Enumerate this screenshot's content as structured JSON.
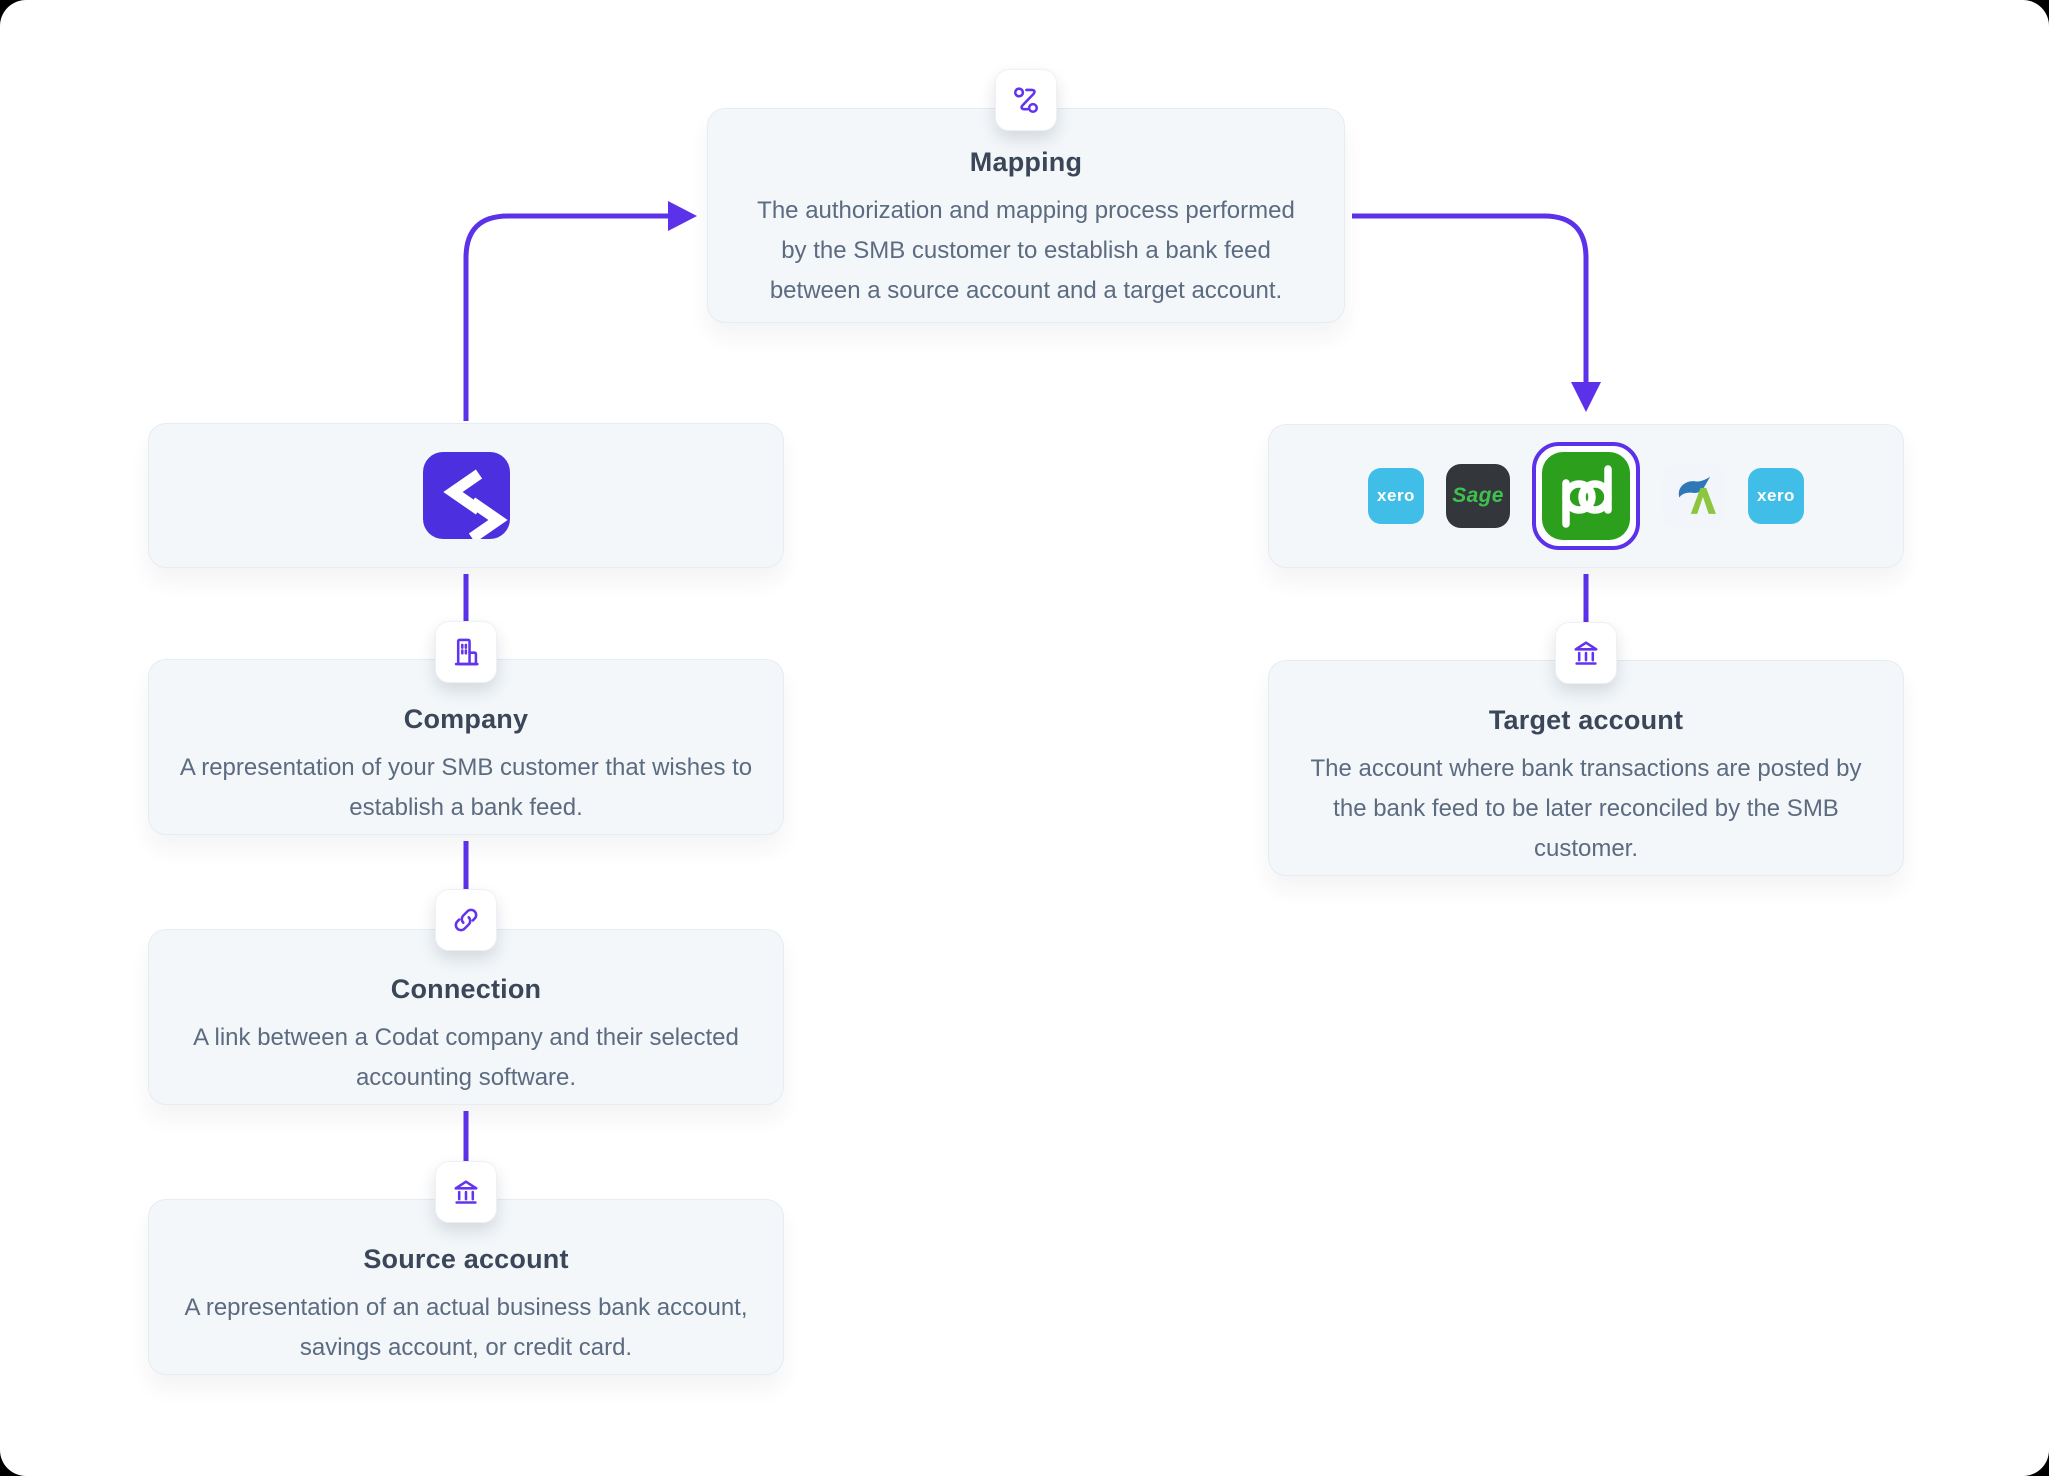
{
  "colors": {
    "accent": "#5b31ea",
    "codat-tile": "#4c30e0",
    "icon-stroke": "#6334ee",
    "panel-bg": "#f3f7fa",
    "panel-border": "#e4ecf4",
    "title-text": "#3b4759",
    "body-text": "#5c6b80",
    "xero-blue": "#41bee8",
    "sage-dark": "#33363b",
    "sage-green": "#3ec24d",
    "qb-green": "#2ca01c",
    "fa-tile": "#f2f5f9",
    "fa-blue": "#2f78b8",
    "fa-green": "#8cc63f",
    "page-bg": "#ffffff",
    "outside-bg": "#000000"
  },
  "panels": {
    "mapping": {
      "title": "Mapping",
      "description": "The authorization and mapping process performed by the SMB customer to establish a bank feed between a source account and a target account."
    },
    "company": {
      "title": "Company",
      "description": "A representation of your SMB customer that wishes to establish a bank feed."
    },
    "connection": {
      "title": "Connection",
      "description": "A link between a Codat company and their selected accounting software."
    },
    "source_account": {
      "title": "Source account",
      "description": "A representation of an actual business bank account, savings account, or credit card."
    },
    "target_account": {
      "title": "Target account",
      "description": "The account where bank transactions are posted by the bank feed to be later reconciled by the SMB customer."
    }
  },
  "logos": {
    "xero_first": {
      "label": "xero"
    },
    "sage": {
      "label": "Sage"
    },
    "quickbooks": {
      "selected": true
    },
    "xero_last": {
      "label": "xero"
    }
  },
  "icons": {
    "mapping": "route-icon",
    "company": "building-icon",
    "connection": "link-icon",
    "source_account": "bank-icon",
    "target_account": "bank-icon",
    "codat": "codat-logo"
  }
}
